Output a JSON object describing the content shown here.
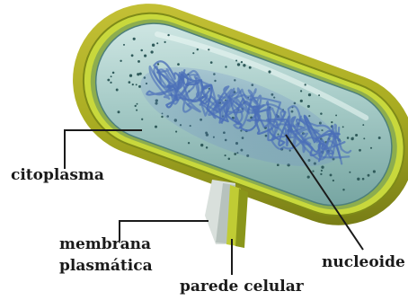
{
  "labels": {
    "citoplasma": "citoplasma",
    "membrana_line1": "membrana",
    "membrana_line2": "plasmática",
    "parede": "parede celular",
    "nucleoide": "nucleoide"
  },
  "colors": {
    "cell_wall": "#a9ac22",
    "membrane_outer": "#c9d63a",
    "cytoplasm": "#a6cbc7",
    "nucleoid": "#4b6fb8",
    "leader_line": "#1a1a1a"
  }
}
